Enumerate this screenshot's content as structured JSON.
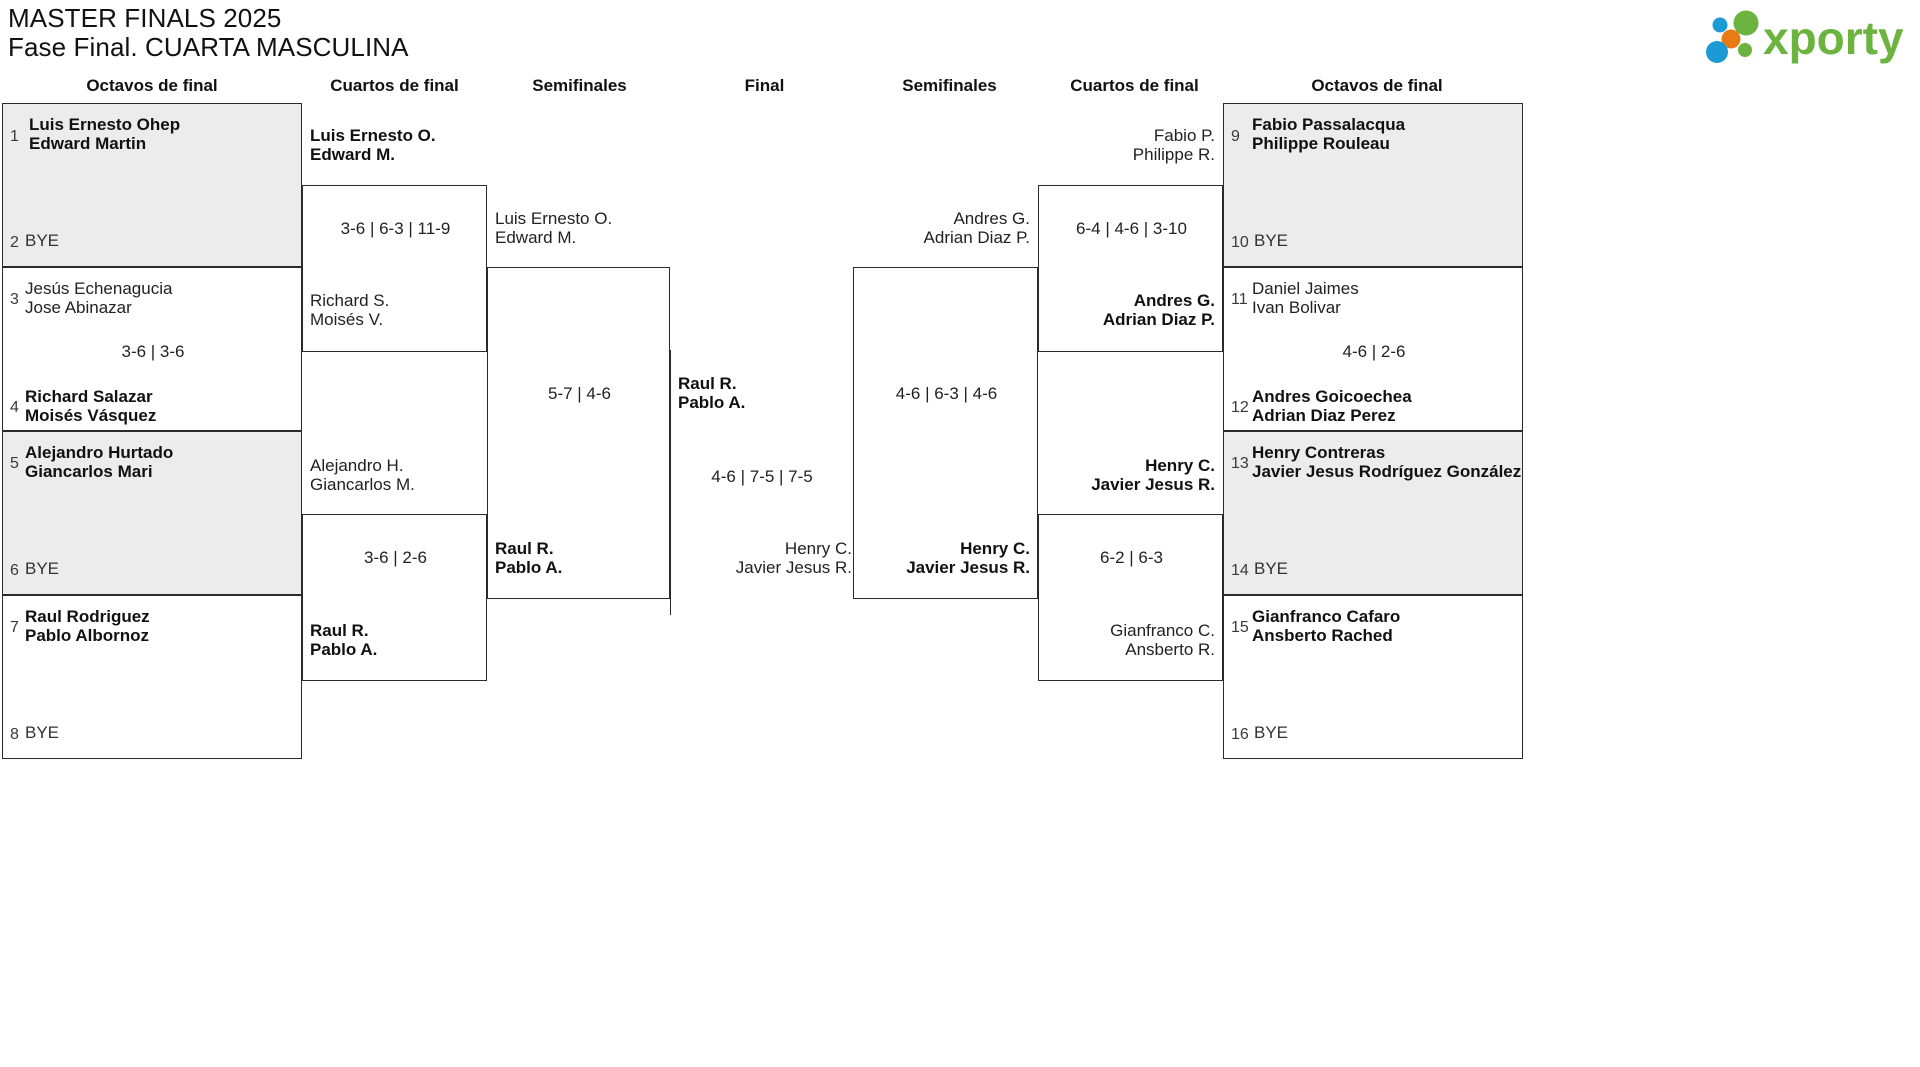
{
  "header": {
    "title": "MASTER FINALS 2025",
    "subtitle": "Fase Final. CUARTA MASCULINA",
    "logo_text": "xporty",
    "logo_colors": {
      "green": "#6cb33f",
      "blue": "#1b9ad6",
      "orange": "#e87b14"
    }
  },
  "round_headers": {
    "left_r16": "Octavos de final",
    "left_qf": "Cuartos de final",
    "left_sf": "Semifinales",
    "final": "Final",
    "right_sf": "Semifinales",
    "right_qf": "Cuartos de final",
    "right_r16": "Octavos de final"
  },
  "left_r16": [
    {
      "seed": "1",
      "line1": "Luis Ernesto Ohep",
      "line2": "Edward Martin",
      "winner": true,
      "shaded": true,
      "bye": false
    },
    {
      "seed": "2",
      "line1": "BYE",
      "line2": "",
      "winner": false,
      "shaded": true,
      "bye": true
    },
    {
      "seed": "3",
      "line1": "Jesús Echenagucia",
      "line2": "Jose Abinazar",
      "winner": false,
      "shaded": false,
      "bye": false
    },
    {
      "seed": "4",
      "line1": "Richard Salazar",
      "line2": "Moisés Vásquez",
      "winner": true,
      "shaded": false,
      "bye": false
    },
    {
      "seed": "5",
      "line1": "Alejandro Hurtado",
      "line2": "Giancarlos Mari",
      "winner": true,
      "shaded": true,
      "bye": false
    },
    {
      "seed": "6",
      "line1": "BYE",
      "line2": "",
      "winner": false,
      "shaded": true,
      "bye": true
    },
    {
      "seed": "7",
      "line1": "Raul Rodriguez",
      "line2": "Pablo Albornoz",
      "winner": true,
      "shaded": false,
      "bye": false
    },
    {
      "seed": "8",
      "line1": "BYE",
      "line2": "",
      "winner": false,
      "shaded": false,
      "bye": true
    }
  ],
  "right_r16": [
    {
      "seed": "9",
      "line1": "Fabio Passalacqua",
      "line2": "Philippe Rouleau",
      "winner": true,
      "shaded": true,
      "bye": false
    },
    {
      "seed": "10",
      "line1": "BYE",
      "line2": "",
      "winner": false,
      "shaded": true,
      "bye": true
    },
    {
      "seed": "11",
      "line1": "Daniel Jaimes",
      "line2": "Ivan Bolivar",
      "winner": false,
      "shaded": false,
      "bye": false
    },
    {
      "seed": "12",
      "line1": "Andres Goicoechea",
      "line2": "Adrian Diaz Perez",
      "winner": true,
      "shaded": false,
      "bye": false
    },
    {
      "seed": "13",
      "line1": "Henry Contreras",
      "line2": "Javier Jesus Rodríguez González",
      "winner": true,
      "shaded": true,
      "bye": false
    },
    {
      "seed": "14",
      "line1": "BYE",
      "line2": "",
      "winner": false,
      "shaded": true,
      "bye": true
    },
    {
      "seed": "15",
      "line1": "Gianfranco Cafaro",
      "line2": "Ansberto Rached",
      "winner": true,
      "shaded": false,
      "bye": false
    },
    {
      "seed": "16",
      "line1": "BYE",
      "line2": "",
      "winner": false,
      "shaded": false,
      "bye": true
    }
  ],
  "left_r16_scores": {
    "m1": "",
    "m2": "3-6 | 3-6",
    "m3": "",
    "m4": ""
  },
  "left_qf": {
    "m1_top": {
      "line1": "Luis Ernesto O.",
      "line2": "Edward M.",
      "winner": true
    },
    "m1_bottom": {
      "line1": "Richard S.",
      "line2": "Moisés V.",
      "winner": false
    },
    "m1_score": "3-6 | 6-3 | 11-9",
    "m2_top": {
      "line1": "Alejandro H.",
      "line2": "Giancarlos M.",
      "winner": false
    },
    "m2_bottom": {
      "line1": "Raul R.",
      "line2": "Pablo A.",
      "winner": true
    },
    "m2_score": "3-6 | 2-6"
  },
  "left_sf": {
    "top": {
      "line1": "Luis Ernesto O.",
      "line2": "Edward M.",
      "winner": false
    },
    "bottom": {
      "line1": "Raul R.",
      "line2": "Pablo A.",
      "winner": true
    },
    "score": "5-7 | 4-6"
  },
  "final": {
    "top": {
      "line1": "Raul R.",
      "line2": "Pablo A.",
      "winner": false
    },
    "bottom": {
      "line1": "Henry C.",
      "line2": "Javier Jesus R.",
      "winner": true
    },
    "score": "4-6 | 7-5 | 7-5"
  },
  "right_sf": {
    "top": {
      "line1": "Andres G.",
      "line2": "Adrian Diaz P.",
      "winner": false
    },
    "bottom": {
      "line1": "Henry C.",
      "line2": "Javier Jesus R.",
      "winner": true
    },
    "score": "4-6 | 6-3 | 4-6"
  },
  "right_qf": {
    "m1_top": {
      "line1": "Fabio P.",
      "line2": "Philippe R.",
      "winner": false
    },
    "m1_bottom": {
      "line1": "Andres G.",
      "line2": "Adrian Diaz P.",
      "winner": true
    },
    "m1_score": "6-4 | 4-6 | 3-10",
    "m2_top": {
      "line1": "Henry C.",
      "line2": "Javier Jesus R.",
      "winner": true
    },
    "m2_bottom": {
      "line1": "Gianfranco C.",
      "line2": "Ansberto R.",
      "winner": false
    },
    "m2_score": "6-2 | 6-3"
  },
  "right_r16_scores": {
    "m2": "4-6 | 2-6"
  }
}
